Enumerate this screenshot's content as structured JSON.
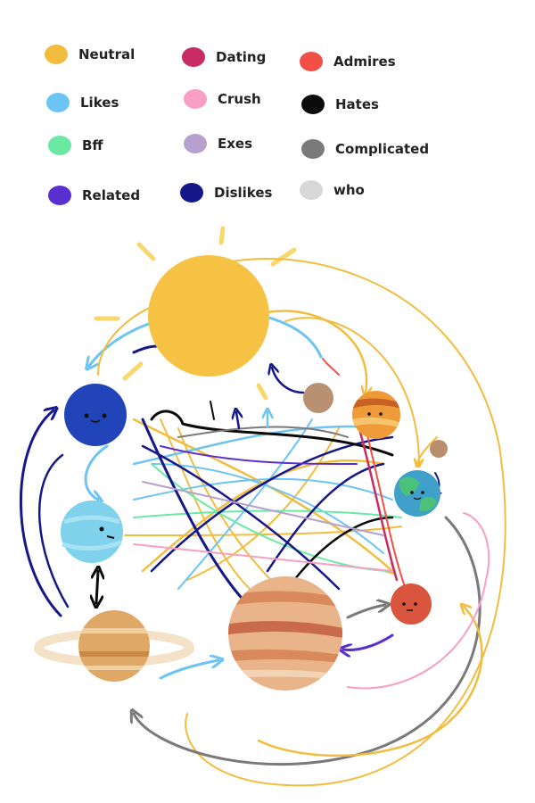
{
  "legend": {
    "items": [
      {
        "id": "neutral",
        "label": "Neutral",
        "color": "#f2bd3f"
      },
      {
        "id": "likes",
        "label": "Likes",
        "color": "#6cc4f4"
      },
      {
        "id": "bff",
        "label": "Bff",
        "color": "#6be9a4"
      },
      {
        "id": "related",
        "label": "Related",
        "color": "#5a2fd0"
      },
      {
        "id": "dating",
        "label": "Dating",
        "color": "#c92b63"
      },
      {
        "id": "crush",
        "label": "Crush",
        "color": "#f99ec4"
      },
      {
        "id": "exes",
        "label": "Exes",
        "color": "#b79fce"
      },
      {
        "id": "dislikes",
        "label": "Dislikes",
        "color": "#16188a"
      },
      {
        "id": "admires",
        "label": "Admires",
        "color": "#f24f45"
      },
      {
        "id": "hates",
        "label": "Hates",
        "color": "#0b0b0b"
      },
      {
        "id": "complicated",
        "label": "Complicated",
        "color": "#7a7a7a"
      },
      {
        "id": "who",
        "label": "who",
        "color": "#d8d8d8"
      }
    ]
  },
  "colors": {
    "sun": "#f6c244",
    "sun_rays": "#f9d76a",
    "neptune": "#2145b8",
    "uranus": "#7fd1ec",
    "saturn": "#e0a866",
    "saturn_ring": "#f4e2c8",
    "jupiter": "#e9b48a",
    "mars": "#d9553d",
    "earth": "#3fa0c9",
    "earth_land": "#4cc17a",
    "venus": "#ee9a38",
    "mercury": "#b89072",
    "moon": "#b88f6e"
  },
  "bodies": [
    "sun",
    "neptune",
    "uranus",
    "saturn",
    "jupiter",
    "mars",
    "earth",
    "venus",
    "mercury",
    "moon"
  ]
}
